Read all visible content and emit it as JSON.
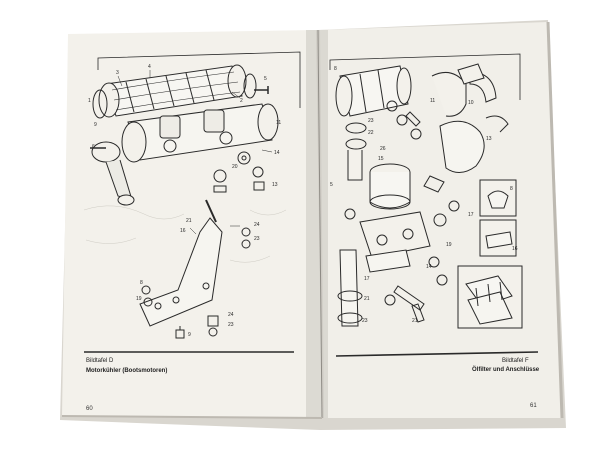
{
  "left_page": {
    "section": "Bildtafel D",
    "title": "Motorkühler (Bootsmotoren)",
    "page_number": "60"
  },
  "right_page": {
    "section": "Bildtafel F",
    "title": "Ölfilter und Anschlüsse",
    "page_number": "61"
  },
  "colors": {
    "background": "#ffffff",
    "paper": "#f3f1eb",
    "ink": "#2a2a2a"
  }
}
